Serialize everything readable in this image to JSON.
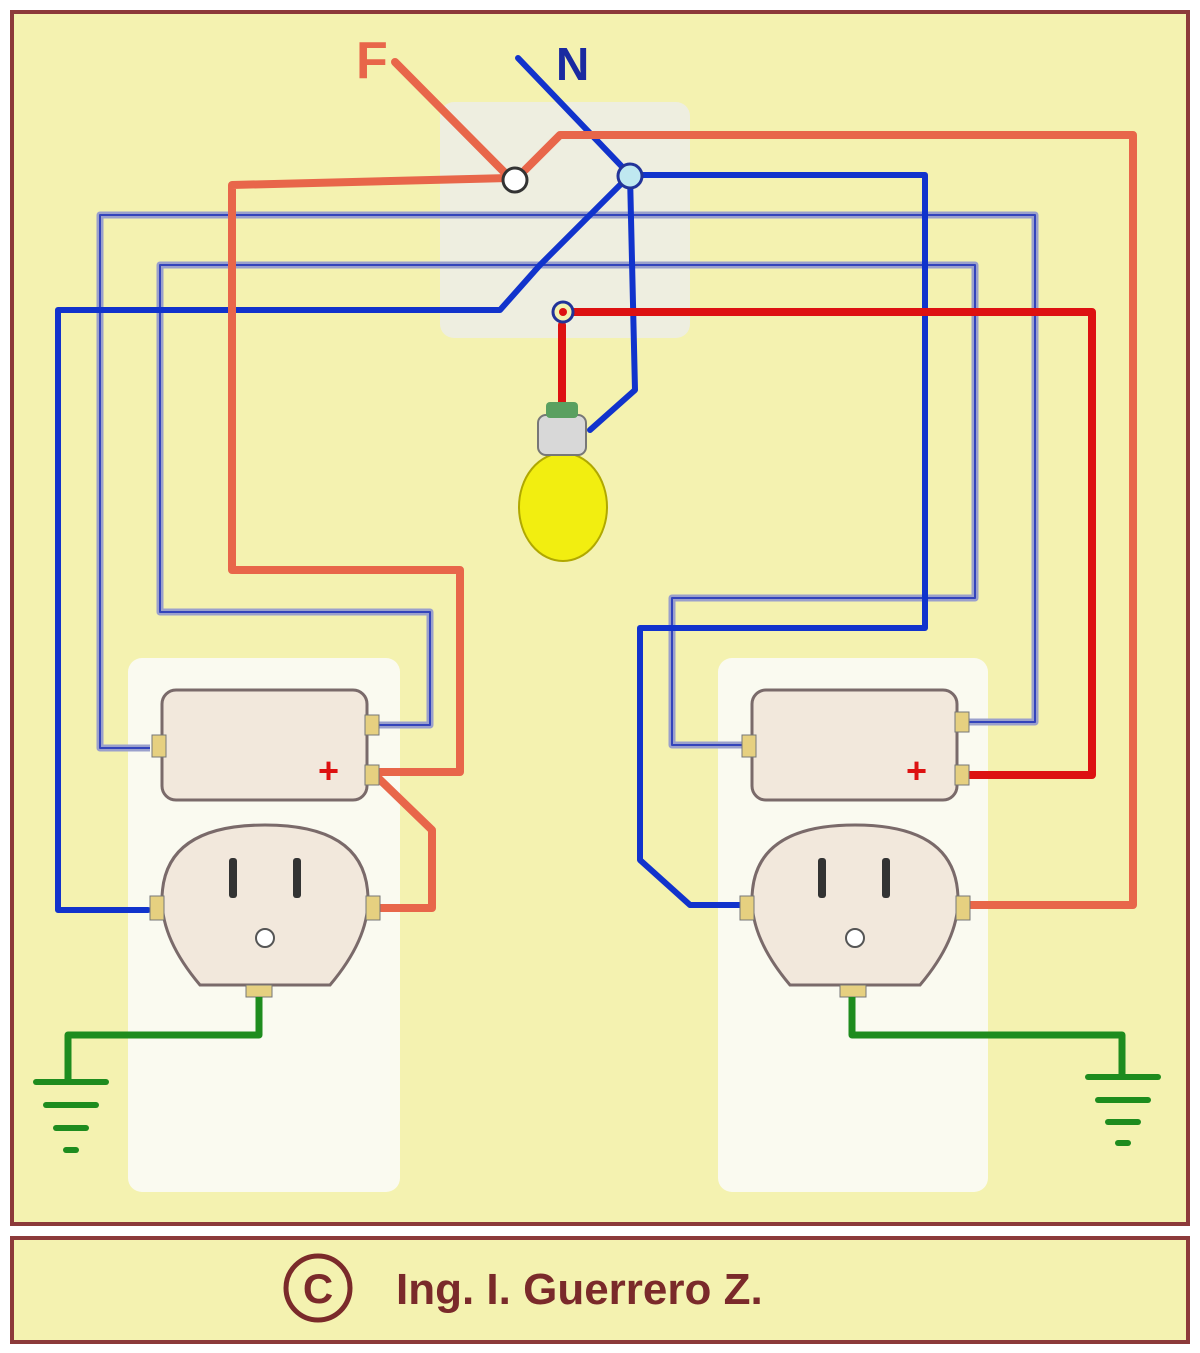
{
  "diagram": {
    "phase_label": "F",
    "neutral_label": "N",
    "plus_sign": "+",
    "credit": {
      "copyright_symbol": "C",
      "author": "Ing. I. Guerrero Z."
    },
    "colors": {
      "background": "#f4f2b0",
      "frame": "#8c3a3a",
      "phase": "#e8664a",
      "return": "#dd1111",
      "neutral": "#1133cc",
      "traveler": "#9aa0cc",
      "ground": "#1e8c1e",
      "lamp": "#f2ee10",
      "text_brown": "#7a2a2a"
    },
    "components": [
      "switch-box",
      "lamp",
      "left-switch",
      "left-outlet",
      "right-switch",
      "right-outlet",
      "ground-left",
      "ground-right"
    ]
  }
}
